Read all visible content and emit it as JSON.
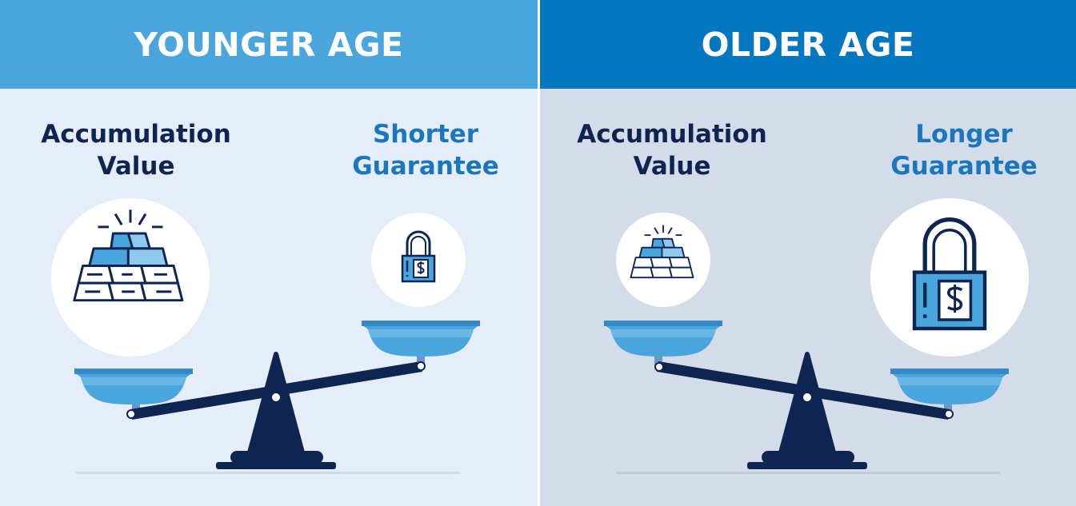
{
  "left": {
    "title": "YOUNGER AGE",
    "label_left": {
      "line1": "Accumulation",
      "line2": "Value"
    },
    "label_right": {
      "line1": "Shorter",
      "line2": "Guarantee"
    },
    "icon_left": "gold-bars-icon",
    "icon_right": "dollar-lock-icon"
  },
  "right": {
    "title": "OLDER AGE",
    "label_left": {
      "line1": "Accumulation",
      "line2": "Value"
    },
    "label_right": {
      "line1": "Longer",
      "line2": "Guarantee"
    },
    "icon_left": "gold-bars-icon",
    "icon_right": "dollar-lock-icon"
  },
  "colors": {
    "header_left": "#4aa5dd",
    "header_right": "#0577c0",
    "navy": "#0e2552",
    "label_blue": "#1a77bd",
    "pan_blue": "#4aa5dd"
  }
}
